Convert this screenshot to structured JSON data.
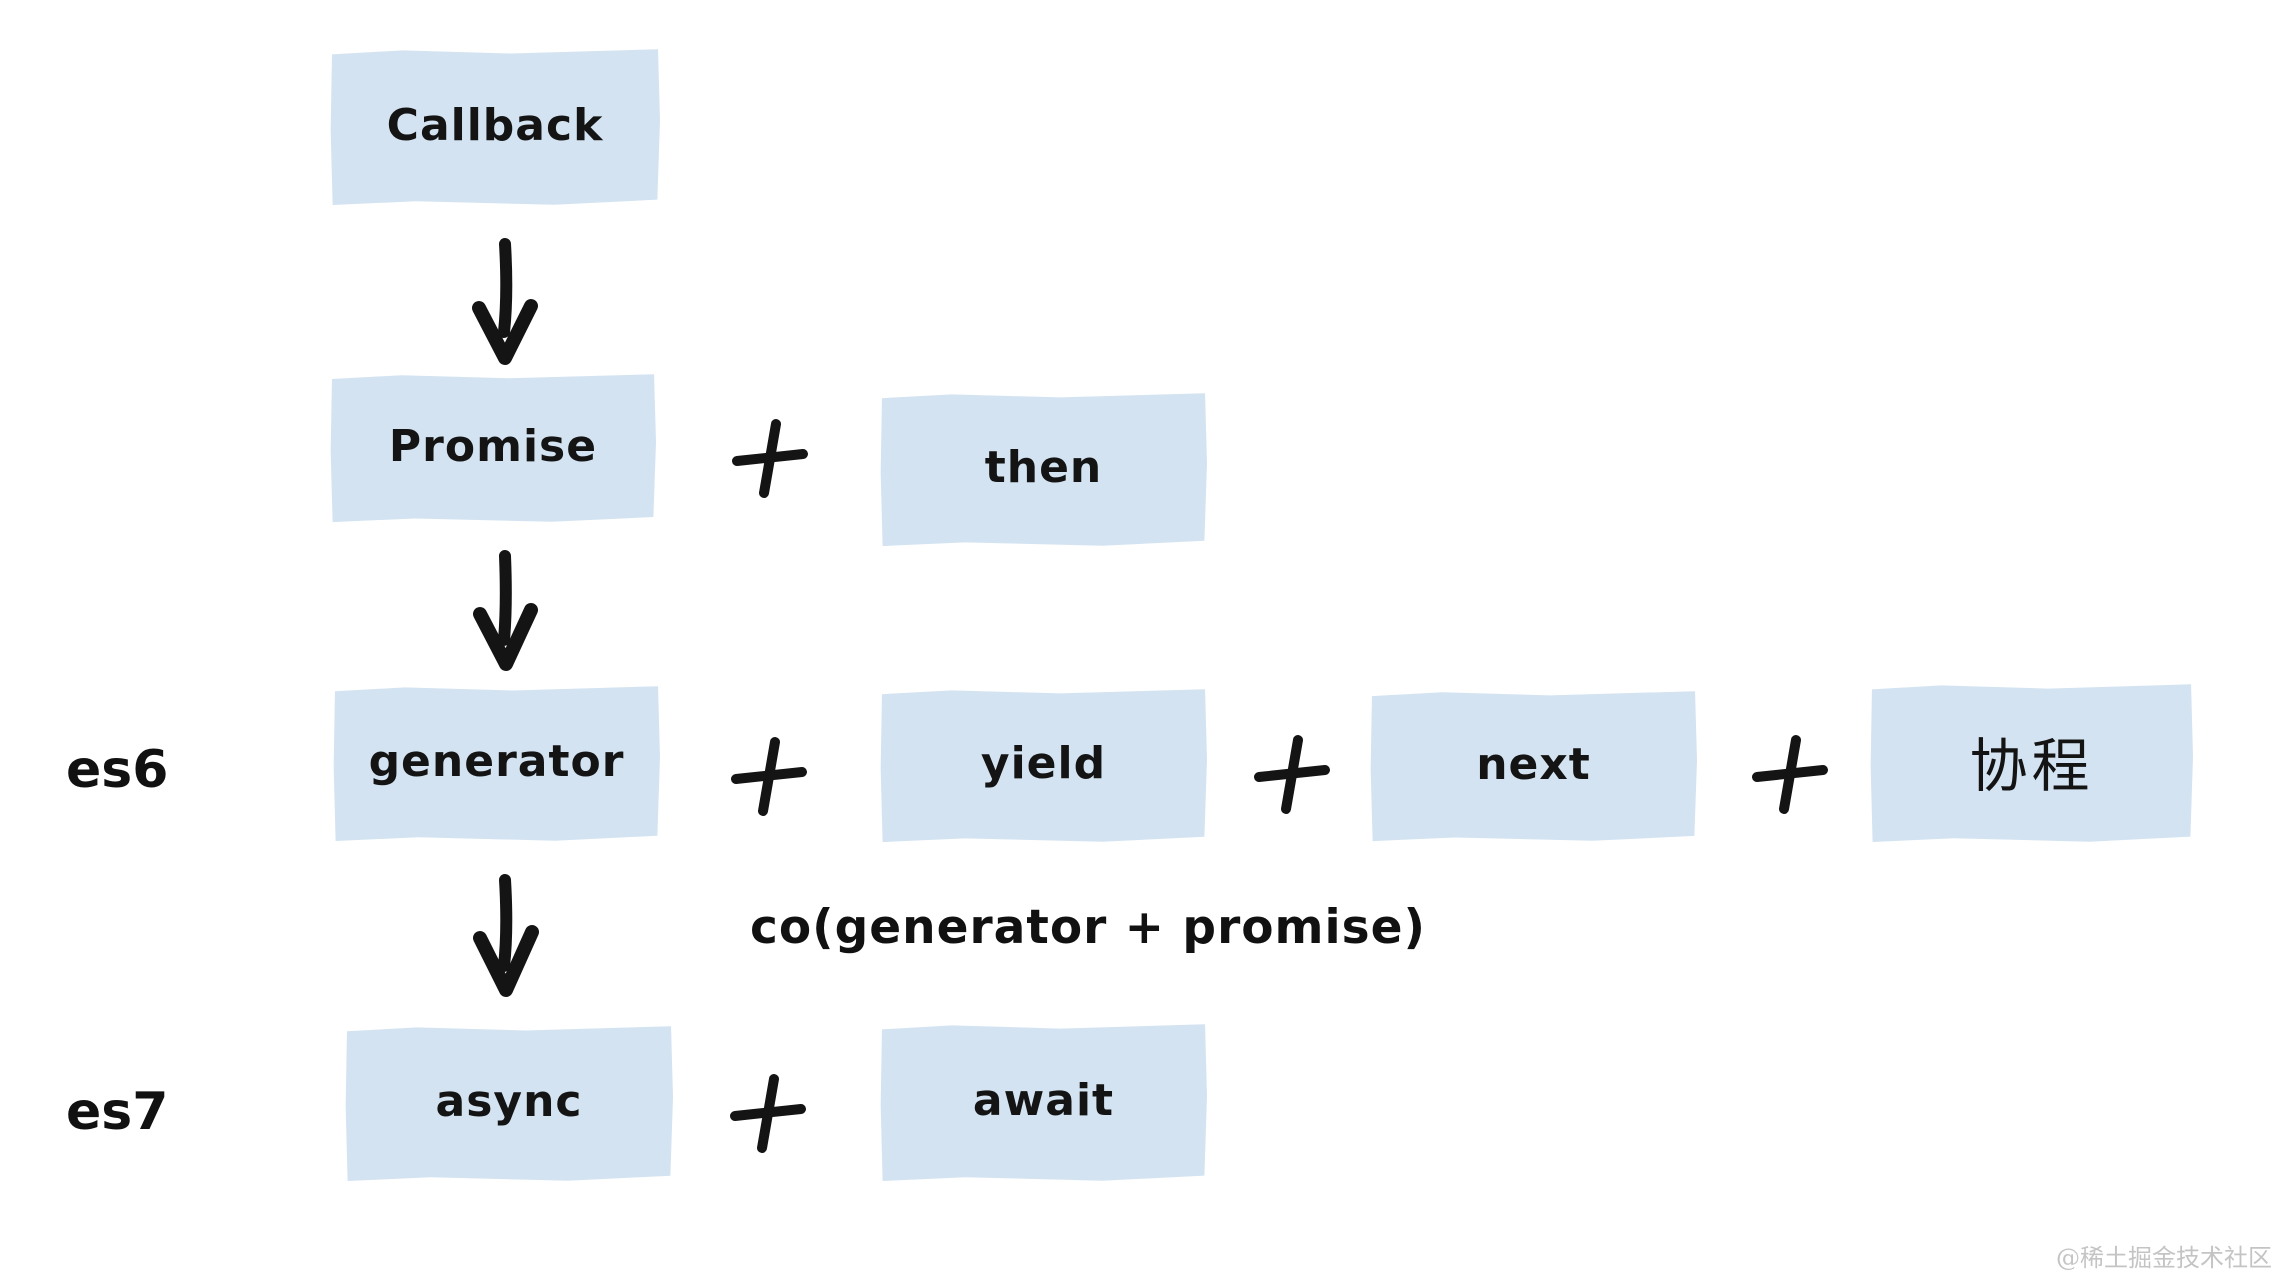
{
  "diagram": {
    "title_hint": "Evolution of JavaScript async programming",
    "nodes": {
      "callback": "Callback",
      "promise": "Promise",
      "then": "then",
      "generator": "generator",
      "yield": "yield",
      "next": "next",
      "coroutine": "协程",
      "async": "async",
      "await": "await"
    },
    "row_labels": {
      "es6": "es6",
      "es7": "es7"
    },
    "annotation": "co(generator + promise)",
    "operators": {
      "plus": "+",
      "arrow_down": "↓"
    },
    "watermark": "@稀土掘金技术社区",
    "colors": {
      "background": "#ffffff",
      "node_fill": "#d3e3f1",
      "stroke_and_text": "#141414",
      "watermark_text": "#c4c4c4"
    }
  }
}
